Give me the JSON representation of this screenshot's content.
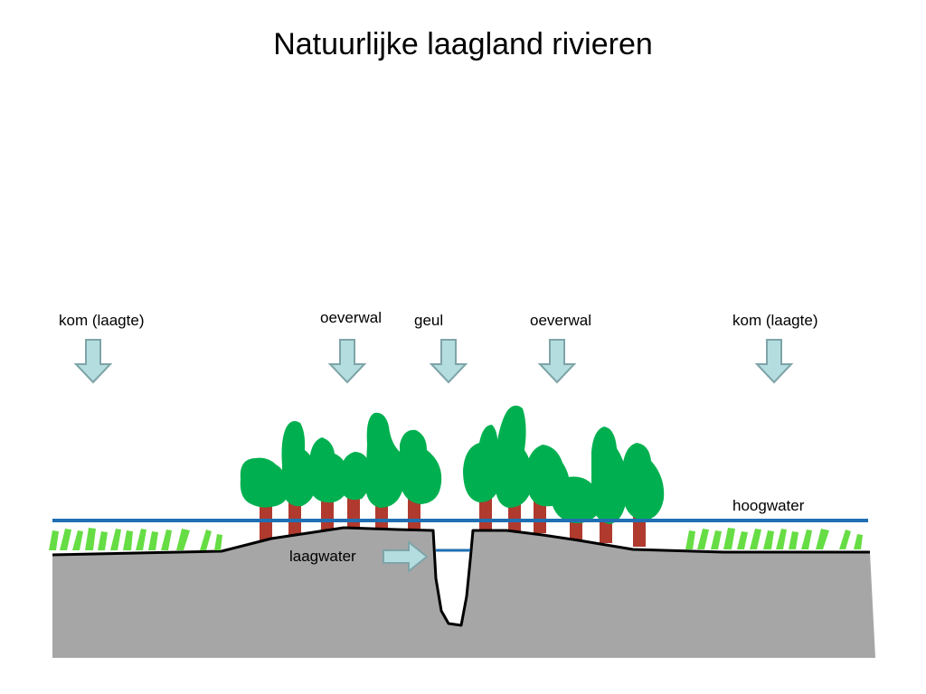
{
  "title": "Natuurlijke laagland rivieren",
  "labels": {
    "kom_left": "kom (laagte)",
    "oeverwal_left": "oeverwal",
    "geul": "geul",
    "oeverwal_right": "oeverwal",
    "kom_right": "kom (laagte)",
    "hoogwater": "hoogwater",
    "laagwater": "laagwater"
  },
  "colors": {
    "ground": "#a6a6a6",
    "ground_outline": "#000000",
    "high_water": "#1f6fb2",
    "low_water": "#1f6fb2",
    "tree_crown": "#00b050",
    "tree_trunk": "#b03a2e",
    "grass": "#66dd44",
    "arrow_fill": "#b4dde0",
    "arrow_stroke": "#7ea4a8"
  }
}
